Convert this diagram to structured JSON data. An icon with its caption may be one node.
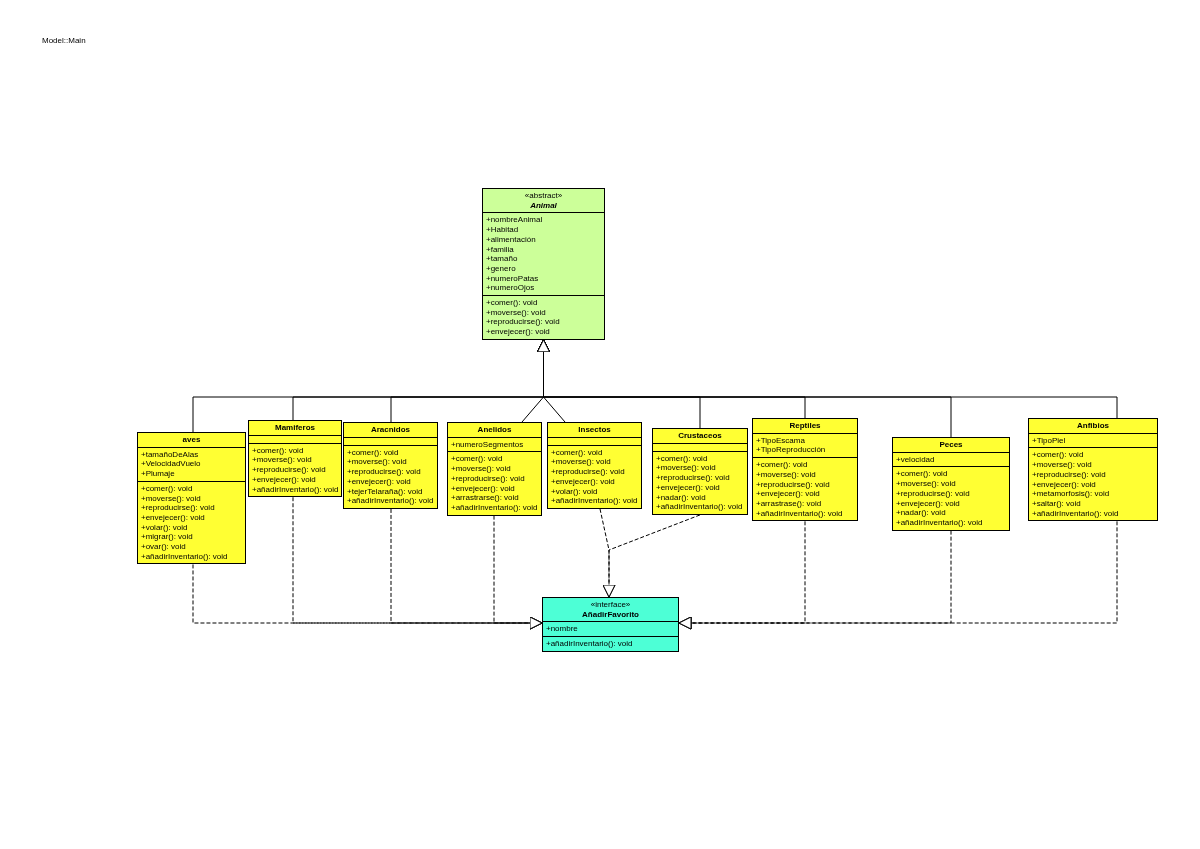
{
  "diagram": {
    "nodes": [
      {
        "text": [
          "«abstract»",
          "Animal",
          "+nombreAnimal",
          "+Habitad",
          "+alimentación",
          "+familia",
          "+tamaño",
          "+genero",
          "+numeroPatas",
          "+numeroOjos",
          "+comer(): void",
          "+moverse(): void",
          "+reproducirse(): void",
          "+envejecer(): void"
        ]
      },
      {
        "text": [
          "aves",
          "+tamañoDeAlas",
          "+VelocidadVuelo",
          "+Plumaje",
          "+comer(): void",
          "+moverse(): void",
          "+reproducirse(): void",
          "+envejecer(): void",
          "+volar(): void",
          "+migrar(): void",
          "+ovar(): void",
          "+añadirInventario(): void"
        ]
      },
      {
        "text": [
          "Mamiferos",
          "+comer(): void",
          "+moverse(): void",
          "+reproducirse(): void",
          "+envejecer(): void",
          "+añadirInventario(): void"
        ]
      },
      {
        "text": [
          "Aracnidos",
          "+comer(): void",
          "+moverse(): void",
          "+reproducirse(): void",
          "+envejecer(): void",
          "+tejerTelaraña(): void",
          "+añadirInventario(): void"
        ]
      },
      {
        "text": [
          "Anelidos",
          "+numeroSegmentos",
          "+comer(): void",
          "+moverse(): void",
          "+reproducirse(): void",
          "+envejecer(): void",
          "+arrastrarse(): void",
          "+añadirInventario(): void"
        ]
      },
      {
        "text": [
          "Insectos",
          "+comer(): void",
          "+moverse(): void",
          "+reproducirse(): void",
          "+envejecer(): void",
          "+volar(): void",
          "+añadirInventario(): void"
        ]
      },
      {
        "text": [
          "Crustaceos",
          "+comer(): void",
          "+moverse(): void",
          "+reproducirse(): void",
          "+envejecer(): void",
          "+nadar(): void",
          "+añadirInventario(): void"
        ]
      },
      {
        "text": [
          "Reptiles",
          "+TipoEscama",
          "+TipoReproducción",
          "+comer(): void",
          "+moverse(): void",
          "+reproducirse(): void",
          "+envejecer(): void",
          "+arrastrase(): void",
          "+añadirInventario(): void"
        ]
      },
      {
        "text": [
          "Peces",
          "+velocidad",
          "+comer(): void",
          "+moverse(): void",
          "+reproducirse(): void",
          "+envejecer(): void",
          "+nadar(): void",
          "+añadirInventario(): void"
        ]
      },
      {
        "text": [
          "Anfibios",
          "+TipoPiel",
          "+comer(): void",
          "+moverse(): void",
          "+reproducirse(): void",
          "+envejecer(): void",
          "+metamorfosis(): void",
          "+saltar(): void",
          "+añadirInventario(): void"
        ]
      },
      {
        "text": [
          "«interface»",
          "AñadirFavorito",
          "+nombre",
          "+añadirInventario(): void"
        ]
      }
    ],
    "edges": [
      {
        "from": 1,
        "to": 0,
        "arrow": "to"
      },
      {
        "from": 2,
        "to": 0,
        "arrow": "to"
      },
      {
        "from": 3,
        "to": 0,
        "arrow": "to"
      },
      {
        "from": 4,
        "to": 0,
        "arrow": "to"
      },
      {
        "from": 5,
        "to": 0,
        "arrow": "to"
      },
      {
        "from": 6,
        "to": 0,
        "arrow": "to"
      },
      {
        "from": 7,
        "to": 0,
        "arrow": "to"
      },
      {
        "from": 8,
        "to": 0,
        "arrow": "to"
      },
      {
        "from": 9,
        "to": 0,
        "arrow": "to"
      },
      {
        "from": 1,
        "to": 10,
        "arrow": "to",
        "style": "dashed"
      },
      {
        "from": 2,
        "to": 10,
        "arrow": "to",
        "style": "dashed"
      },
      {
        "from": 3,
        "to": 10,
        "arrow": "to",
        "style": "dashed"
      },
      {
        "from": 4,
        "to": 10,
        "arrow": "to",
        "style": "dashed"
      },
      {
        "from": 5,
        "to": 10,
        "arrow": "to",
        "style": "dashed"
      },
      {
        "from": 6,
        "to": 10,
        "arrow": "to",
        "style": "dashed"
      },
      {
        "from": 7,
        "to": 10,
        "arrow": "to",
        "style": "dashed"
      },
      {
        "from": 8,
        "to": 10,
        "arrow": "to",
        "style": "dashed"
      },
      {
        "from": 9,
        "to": 10,
        "arrow": "to",
        "style": "dashed"
      }
    ],
    "labels": [
      "Model::Main"
    ]
  }
}
